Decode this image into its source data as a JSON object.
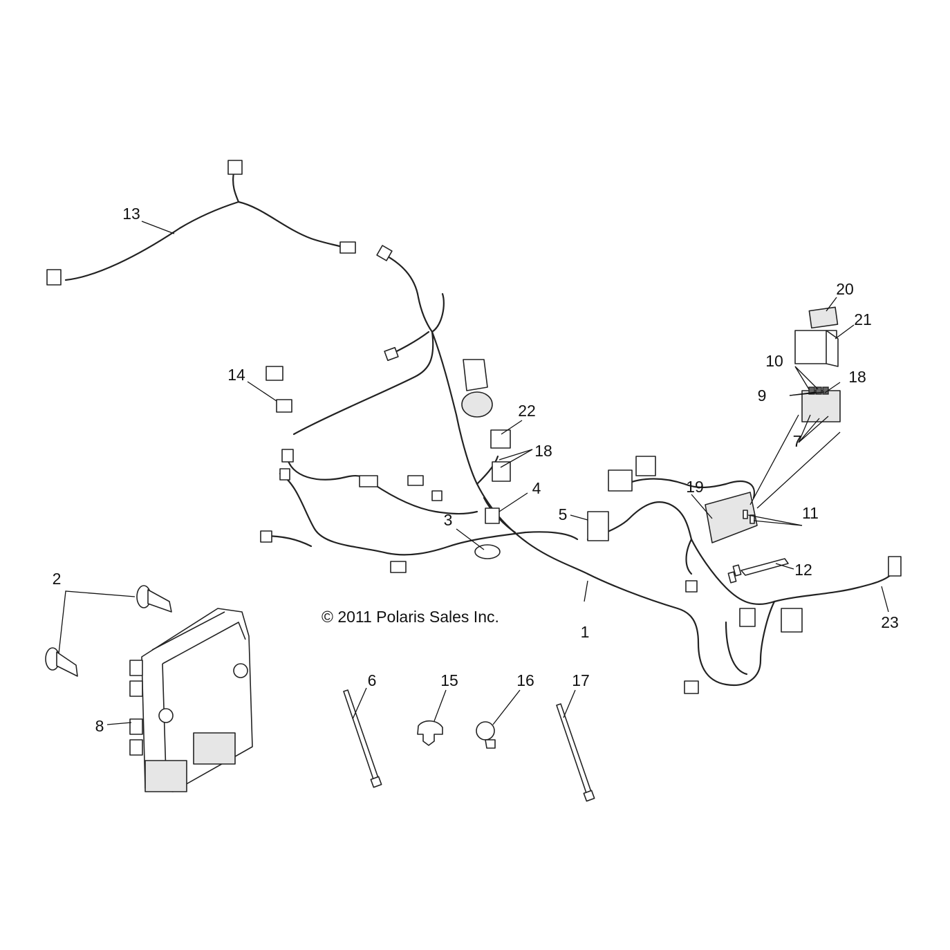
{
  "copyright": "© 2011 Polaris Sales Inc.",
  "callouts": {
    "c1": "1",
    "c2": "2",
    "c3": "3",
    "c4": "4",
    "c5": "5",
    "c6": "6",
    "c7": "7",
    "c8": "8",
    "c9": "9",
    "c10": "10",
    "c11": "11",
    "c12": "12",
    "c13": "13",
    "c14": "14",
    "c15": "15",
    "c16": "16",
    "c17": "17",
    "c18a": "18",
    "c18b": "18",
    "c19": "19",
    "c20": "20",
    "c21": "21",
    "c22": "22",
    "c23": "23"
  }
}
